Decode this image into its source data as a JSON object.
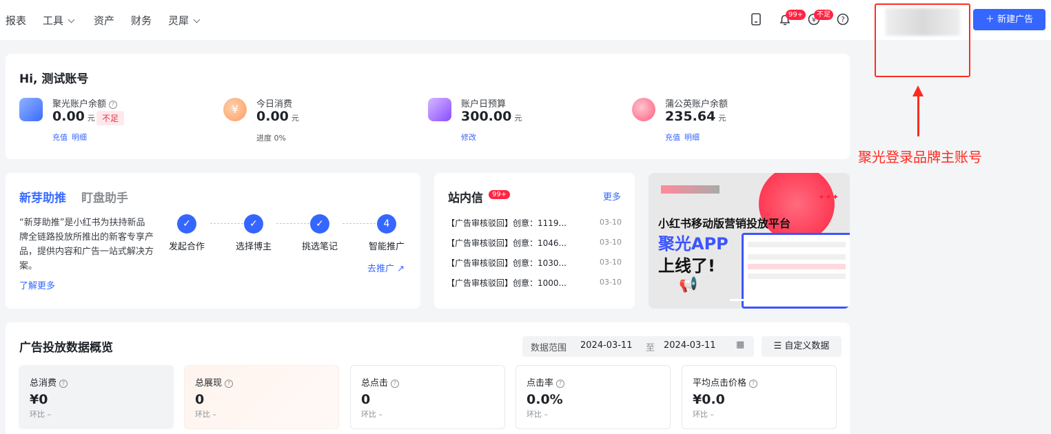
{
  "nav": {
    "items": [
      {
        "label": "报表"
      },
      {
        "label": "工具"
      },
      {
        "label": "资产"
      },
      {
        "label": "财务"
      },
      {
        "label": "灵犀"
      }
    ]
  },
  "topbar": {
    "notif_badge": "99+",
    "wallet_badge": "不足",
    "new_ad_label": "新建广告"
  },
  "annotation": {
    "text": "聚光登录品牌主账号",
    "color": "#ff2a1f"
  },
  "account": {
    "greeting": "Hi, 测试账号",
    "stats": [
      {
        "label": "聚光账户余额",
        "value": "0.00",
        "unit": "元",
        "badge": "不足",
        "links": [
          "充值",
          "明细"
        ]
      },
      {
        "label": "今日消费",
        "value": "0.00",
        "unit": "元",
        "progress_label": "进度 0%"
      },
      {
        "label": "账户日预算",
        "value": "300.00",
        "unit": "元",
        "links": [
          "修改"
        ]
      },
      {
        "label": "蒲公英账户余额",
        "value": "235.64",
        "unit": "元",
        "links": [
          "充值",
          "明细"
        ]
      }
    ]
  },
  "promo": {
    "tab_active": "新芽助推",
    "tab_inactive": "盯盘助手",
    "description": "“新芽助推”是小红书为扶持新品牌全链路投放所推出的新客专享产品，提供内容和广告一站式解决方案。",
    "learn_more": "了解更多",
    "steps": [
      {
        "label": "发起合作",
        "mark": "✓"
      },
      {
        "label": "选择博主",
        "mark": "✓"
      },
      {
        "label": "挑选笔记",
        "mark": "✓"
      },
      {
        "label": "智能推广",
        "mark": "4"
      }
    ],
    "go_promote": "去推广"
  },
  "messages": {
    "title": "站内信",
    "badge": "99+",
    "more": "更多",
    "items": [
      {
        "text": "【广告审核驳回】创意：1119...",
        "date": "03-10"
      },
      {
        "text": "【广告审核驳回】创意：1046...",
        "date": "03-10"
      },
      {
        "text": "【广告审核驳回】创意：1030...",
        "date": "03-10"
      },
      {
        "text": "【广告审核驳回】创意：1000...",
        "date": "03-10"
      }
    ]
  },
  "banner": {
    "line1": "小红书移动版营销投放平台",
    "line2": "聚光APP",
    "line3": "上线了!"
  },
  "overview": {
    "title": "广告投放数据概览",
    "range_label": "数据范围",
    "start": "2024-03-11",
    "sep": "至",
    "end": "2024-03-11",
    "custom_label": "自定义数据",
    "metrics": [
      {
        "label": "总消费",
        "value": "¥0",
        "cmp": "环比 –"
      },
      {
        "label": "总展现",
        "value": "0",
        "cmp": "环比 –"
      },
      {
        "label": "总点击",
        "value": "0",
        "cmp": "环比 –"
      },
      {
        "label": "点击率",
        "value": "0.0%",
        "cmp": "环比 –"
      },
      {
        "label": "平均点击价格",
        "value": "¥0.0",
        "cmp": "环比 –"
      }
    ]
  }
}
